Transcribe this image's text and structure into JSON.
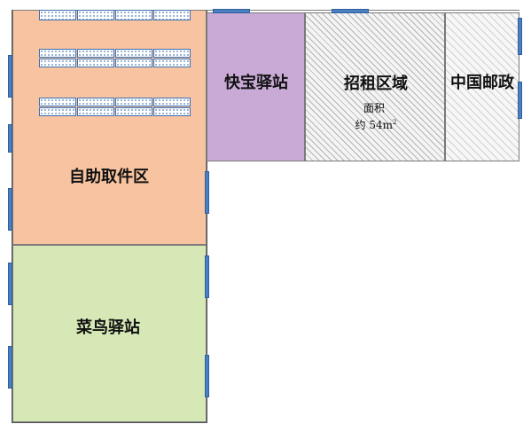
{
  "zones": {
    "self_pickup": {
      "label": "自助取件区",
      "color": "#f7c3a0"
    },
    "kuaibao": {
      "label": "快宝驿站",
      "color": "#c9aad6"
    },
    "rental": {
      "label": "招租区域",
      "area_label": "面积",
      "area_value": "约 54m",
      "area_sup": "2"
    },
    "china_post": {
      "label": "中国邮政"
    },
    "cainiao": {
      "label": "菜鸟驿站",
      "color": "#d6e8b6"
    }
  },
  "colors": {
    "door": "#4a7fc0",
    "shelf_border": "#3a6fb0",
    "outline": "#7a7a7a"
  }
}
